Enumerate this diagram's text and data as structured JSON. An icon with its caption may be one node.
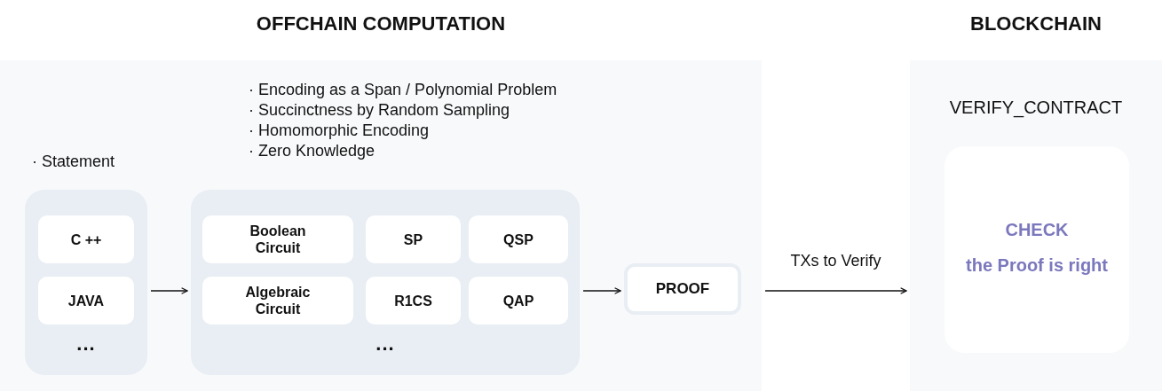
{
  "diagram": {
    "nodes": [
      {
        "text": [
          "OFFCHAIN COMPUTATION"
        ]
      },
      {
        "text": [
          "· Statement",
          "..."
        ],
        "in": 0
      },
      {
        "text": [
          "C ++"
        ],
        "in": 1
      },
      {
        "text": [
          "JAVA"
        ],
        "in": 1
      },
      {
        "text": [
          "· Encoding as a Span / Polynomial Problem",
          "· Succinctness by Random Sampling",
          "· Homomorphic Encoding",
          "· Zero Knowledge",
          "..."
        ],
        "in": 0
      },
      {
        "text": [
          "Boolean Circuit"
        ],
        "in": 4
      },
      {
        "text": [
          "SP"
        ],
        "in": 4
      },
      {
        "text": [
          "QSP"
        ],
        "in": 4
      },
      {
        "text": [
          "Algebraic Circuit"
        ],
        "in": 4
      },
      {
        "text": [
          "R1CS"
        ],
        "in": 4
      },
      {
        "text": [
          "QAP"
        ],
        "in": 4
      },
      {
        "text": [
          "PROOF"
        ],
        "in": 0
      },
      {
        "text": [
          "BLOCKCHAIN",
          "VERIFY_CONTRACT"
        ]
      },
      {
        "text": [
          "CHECK",
          "the Proof is right"
        ],
        "in": 12
      }
    ],
    "edges": [
      {
        "from": 1,
        "to": 4,
        "arrow": "to"
      },
      {
        "from": 4,
        "to": 11,
        "arrow": "to"
      },
      {
        "from": 0,
        "to": 12,
        "arrow": "to",
        "label": "TXs to Verify"
      }
    ]
  }
}
